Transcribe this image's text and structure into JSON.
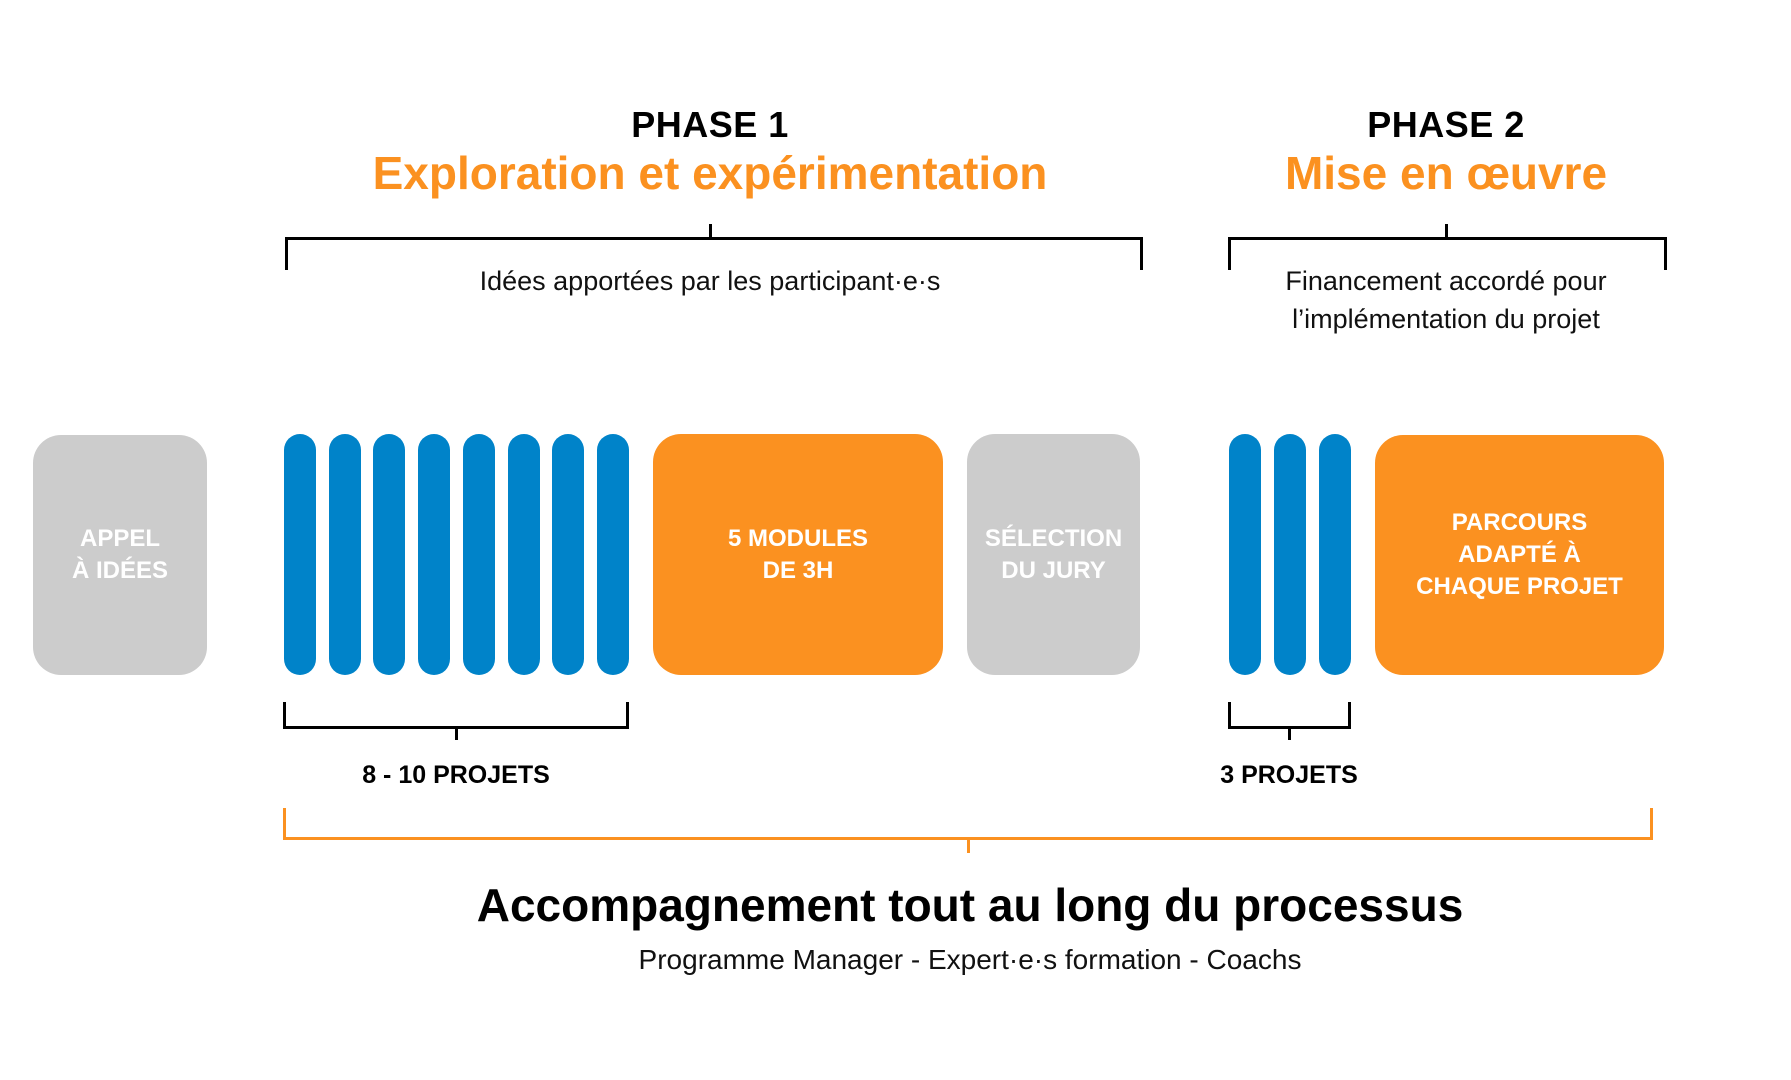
{
  "colors": {
    "blue": "#0083C9",
    "orange": "#FB9120",
    "gray": "#CCCCCC",
    "black": "#000000"
  },
  "phase1": {
    "label": "PHASE 1",
    "title": "Exploration et expérimentation",
    "description": "Idées apportées par les participant·e·s",
    "projects_label": "8 - 10 PROJETS",
    "project_bar_count": 8
  },
  "phase2": {
    "label": "PHASE 2",
    "title": "Mise en œuvre",
    "description_line1": "Financement accordé pour",
    "description_line2": "l’implémentation du projet",
    "projects_label": "3 PROJETS",
    "project_bar_count": 3
  },
  "steps": {
    "call_for_ideas": {
      "line1": "APPEL",
      "line2": "À IDÉES"
    },
    "modules": {
      "line1": "5 MODULES",
      "line2": "DE 3H"
    },
    "jury": {
      "line1": "SÉLECTION",
      "line2": "DU JURY"
    },
    "path": {
      "line1": "PARCOURS",
      "line2": "ADAPTÉ À",
      "line3": "CHAQUE PROJET"
    }
  },
  "footer": {
    "title": "Accompagnement tout au long du processus",
    "subtitle": "Programme Manager - Expert·e·s formation - Coachs"
  }
}
